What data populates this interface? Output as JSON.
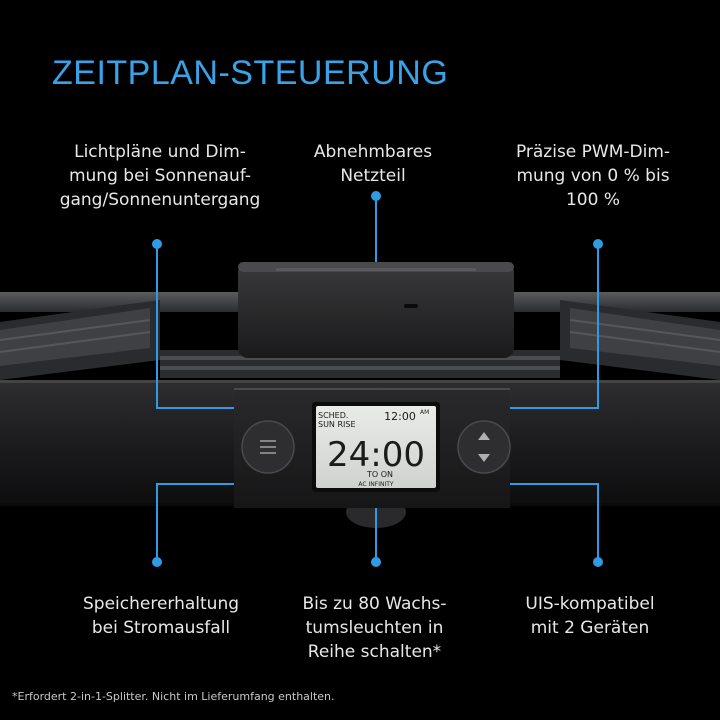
{
  "title": "ZEITPLAN-STEUERUNG",
  "features": {
    "top_left": "Lichtpläne und Dim-\nmung bei Sonnenauf-\ngang/Sonnenuntergang",
    "top_center": "Abnehmbares\nNetzteil",
    "top_right": "Präzise PWM-Dim-\nmung von 0 % bis\n100 %",
    "bottom_left": "Speichererhaltung\nbei Stromausfall",
    "bottom_center": "Bis zu 80 Wachs-\ntumsleuchten in\nReihe schalten*",
    "bottom_right": "UIS-kompatibel\nmit 2 Geräten"
  },
  "display": {
    "mode_line1": "SCHED.",
    "mode_line2": "SUN RISE",
    "clock": "12:00",
    "clock_ampm": "AM",
    "main_value": "24:00",
    "sub_label": "TO  ON",
    "brand": "AC INFINITY"
  },
  "footnote": "*Erfordert 2-in-1-Splitter. Nicht im Lieferumfang enthalten.",
  "colors": {
    "accent": "#2f9be5",
    "background": "#000000"
  },
  "icons": {
    "left_button": "menu-icon",
    "right_button": "up-down-arrows-icon"
  }
}
